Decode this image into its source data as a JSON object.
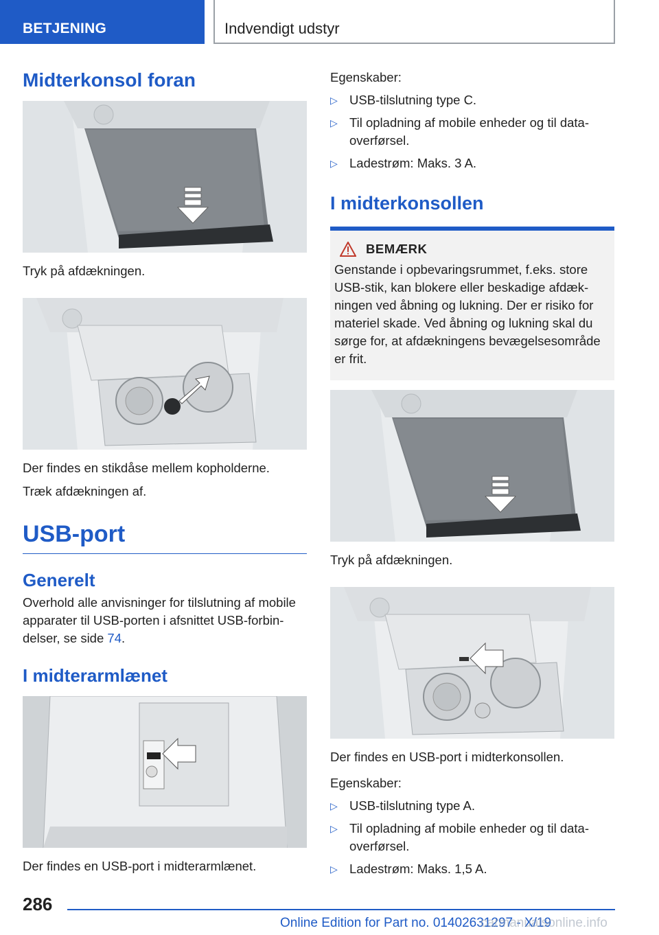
{
  "header": {
    "chapter": "BETJENING",
    "section": "Indvendigt udstyr"
  },
  "left": {
    "title_front": "Midterkonsol foran",
    "caption_press": "Tryk på afdækningen.",
    "caption_socket": "Der findes en stikdåse mellem kopholderne.",
    "caption_pull": "Træk afdækningen af.",
    "title_usb": "USB-port",
    "title_general": "Generelt",
    "general_text": "Overhold alle anvisninger for tilslutning af mobile apparater til USB-porten i afsnittet USB-forbin-delser, se side ",
    "general_link": "74",
    "general_end": ".",
    "title_armrest": "I midterarmlænet",
    "caption_armrest": "Der findes en USB-port i midterarmlænet."
  },
  "right": {
    "props_label_1": "Egenskaber:",
    "props_1": [
      "USB-tilslutning type C.",
      "Til opladning af mobile enheder og til data-overførsel.",
      "Ladestrøm: Maks. 3 A."
    ],
    "title_console": "I midterkonsollen",
    "warning_title": "BEMÆRK",
    "warning_text": "Genstande i opbevaringsrummet, f.eks. store USB-stik, kan blokere eller beskadige afdæk-ningen ved åbning og lukning. Der er risiko for materiel skade. Ved åbning og lukning skal du sørge for, at afdækningens bevægelsesområde er frit.",
    "caption_press": "Tryk på afdækningen.",
    "caption_usb": "Der findes en USB-port i midterkonsollen.",
    "props_label_2": "Egenskaber:",
    "props_2": [
      "USB-tilslutning type A.",
      "Til opladning af mobile enheder og til data-overførsel.",
      "Ladestrøm: Maks. 1,5 A."
    ]
  },
  "footer": {
    "page_number": "286",
    "edition": "Online Edition for Part no. 01402631297 - X/19",
    "watermark": "carmanualsonline.info"
  },
  "icons": {
    "bullet": "triangle-right-icon",
    "warning": "warning-triangle-icon",
    "arrow": "arrow-icon"
  }
}
